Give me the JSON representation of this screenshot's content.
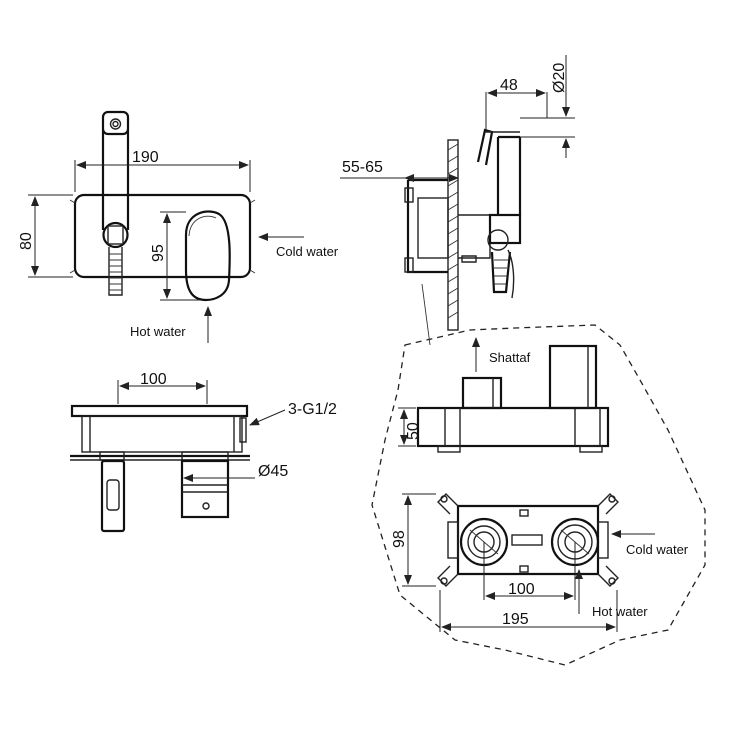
{
  "front_view": {
    "width_dim": "190",
    "height_dim": "80",
    "handle_height_dim": "95",
    "cold_label": "Cold water",
    "hot_label": "Hot water"
  },
  "side_view": {
    "wall_range_dim": "55-65",
    "spout_dim": "48",
    "diameter_dim": "Ø20"
  },
  "top_view": {
    "width_dim": "100",
    "thread_label": "3-G1/2",
    "diameter_dim": "Ø45"
  },
  "box_side_view": {
    "shattaf_label": "Shattaf",
    "height_dim": "50"
  },
  "box_front_view": {
    "height_dim": "98",
    "spacing_dim": "100",
    "width_dim": "195",
    "cold_label": "Cold water",
    "hot_label": "Hot water"
  }
}
